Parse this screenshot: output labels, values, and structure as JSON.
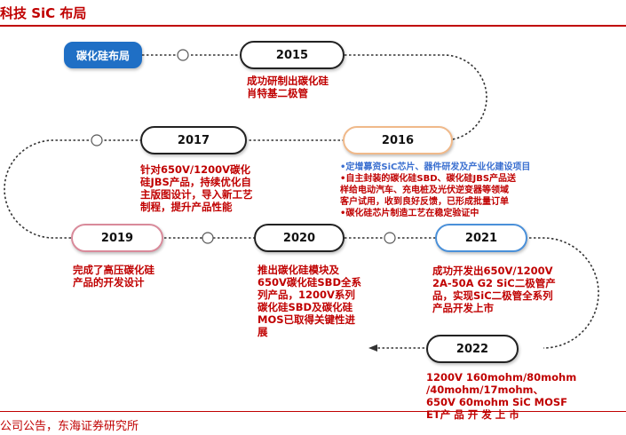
{
  "header": {
    "title": "科技 SiC 布局"
  },
  "footer": {
    "source": "公司公告，东海证券研究所"
  },
  "start": {
    "label": "碳化硅布局"
  },
  "milestones": [
    {
      "year": "2015",
      "lines": [
        "成功研制出碳化硅",
        "肖特基二极管"
      ]
    },
    {
      "year": "2016",
      "lines": [
        "•定增募资SiC芯片、器件研发及产业化建设项目",
        "•自主封装的碳化硅SBD、碳化硅JBS产品送",
        "样给电动汽车、充电桩及光伏逆变器等领域",
        "客户试用，收到良好反馈，已形成批量订单",
        "•碳化硅芯片制造工艺在稳定验证中"
      ]
    },
    {
      "year": "2017",
      "lines": [
        "针对650V/1200V碳化",
        "硅JBS产品，持续优化自",
        "主版图设计，导入新工艺",
        "制程，提升产品性能"
      ]
    },
    {
      "year": "2019",
      "lines": [
        "完成了高压碳化硅",
        "产品的开发设计"
      ]
    },
    {
      "year": "2020",
      "lines": [
        "推出碳化硅模块及",
        "650V碳化硅SBD全系",
        "列产品，1200V系列",
        "碳化硅SBD及碳化硅",
        "MOS已取得关键性进",
        "展"
      ]
    },
    {
      "year": "2021",
      "lines": [
        "成功开发出650V/1200V",
        "2A-50A G2 SiC二极管产",
        "品，实现SiC二极管全系列",
        "产品开发上市"
      ]
    },
    {
      "year": "2022",
      "lines": [
        "1200V 160mohm/80mohm",
        "/40mohm/17mohm、",
        "650V  60mohm SiC  MOSF",
        "ET产 品  开 发 上 市"
      ]
    }
  ]
}
